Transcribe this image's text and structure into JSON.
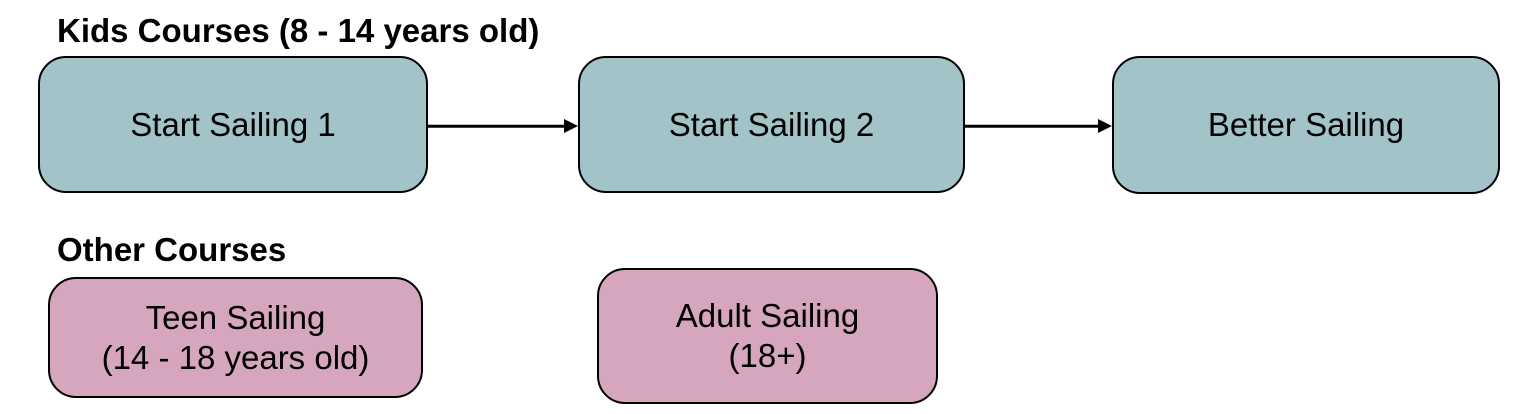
{
  "diagram": {
    "kids": {
      "heading": "Kids Courses (8 - 14 years old)",
      "nodes": [
        {
          "label": "Start Sailing 1"
        },
        {
          "label": "Start Sailing 2"
        },
        {
          "label": "Better Sailing"
        }
      ],
      "arrows": [
        {
          "from": "Start Sailing 1",
          "to": "Start Sailing 2"
        },
        {
          "from": "Start Sailing 2",
          "to": "Better Sailing"
        }
      ]
    },
    "other": {
      "heading": "Other Courses",
      "nodes": [
        {
          "line1": "Teen Sailing",
          "line2": "(14 - 18 years old)"
        },
        {
          "line1": "Adult Sailing",
          "line2": "(18+)"
        }
      ]
    }
  },
  "colors": {
    "background": "#ffffff",
    "kids_box_fill": "#a2c4c9",
    "other_box_fill": "#d5a6bd",
    "box_border": "#000000",
    "arrow": "#000000",
    "text": "#000000"
  }
}
